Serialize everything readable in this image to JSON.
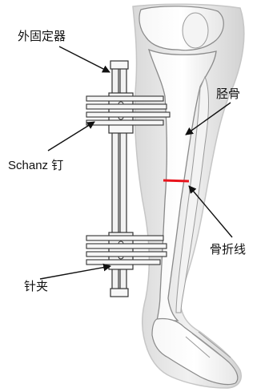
{
  "labels": {
    "external_fixator": "外固定器",
    "tibia": "胫骨",
    "schanz_pin": "Schanz 钉",
    "fracture_line": "骨折线",
    "pin_clamp": "针夹"
  },
  "colors": {
    "fracture_line": "#e8141c",
    "bone_outline": "#8a8a8a",
    "leg_silhouette": "#e9e9e9",
    "arrow": "#111111",
    "fixator_metal": "#f2f2f2"
  }
}
